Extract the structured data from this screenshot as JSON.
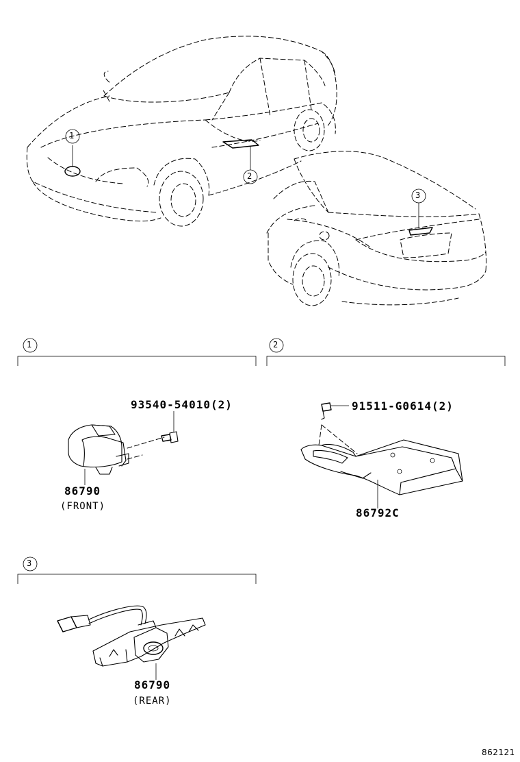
{
  "callouts": [
    "1",
    "2",
    "3"
  ],
  "section1": {
    "number": "1",
    "bolt_part": "93540-54010(2)",
    "sensor_part": "86790",
    "sensor_caption": "(FRONT)"
  },
  "section2": {
    "number": "2",
    "bolt_part": "91511-G0614(2)",
    "bracket_part": "86792C"
  },
  "section3": {
    "number": "3",
    "camera_part": "86790",
    "camera_caption": "(REAR)"
  },
  "figure_number": "862121"
}
